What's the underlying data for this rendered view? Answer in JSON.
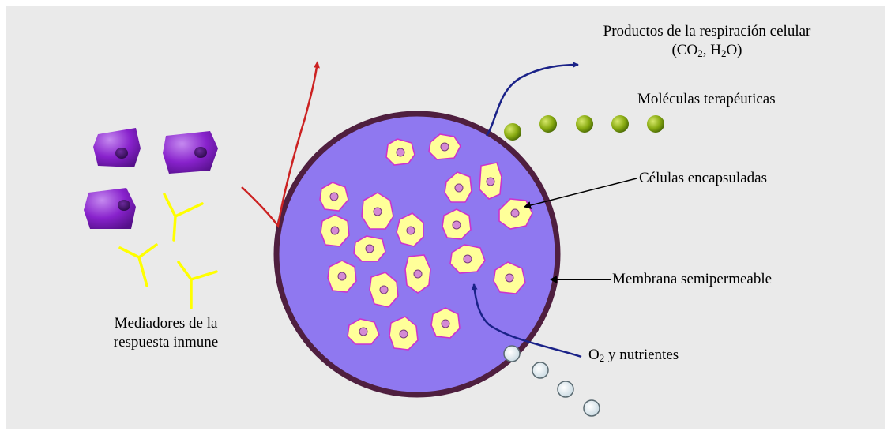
{
  "labels": {
    "respiration_line1": "Productos de la respiración celular",
    "respiration_line2_a": "(CO",
    "respiration_line2_sub1": "2",
    "respiration_line2_b": ", H",
    "respiration_line2_sub2": "2",
    "respiration_line2_c": "O)",
    "therapeutic": "Moléculas terapéuticas",
    "encapsulated": "Células encapsuladas",
    "membrane": "Membrana semipermeable",
    "o2_a": "O",
    "o2_sub": "2",
    "o2_b": " y nutrientes",
    "immune_line1": "Mediadores de la",
    "immune_line2": "respuesta inmune"
  },
  "colors": {
    "panel": "#eaeaea",
    "capsule_fill": "#8f78f0",
    "capsule_border": "#4f1f3f",
    "cell_fill": "#ffff99",
    "cell_border": "#cc33cc",
    "nucleus": "#d48ad4",
    "therapeutic_molecule": "#88aa11",
    "nutrient_molecule": "#d0e4ec",
    "immune_cell": "#8822cc",
    "antibody": "#ffff00",
    "rejection_arrow": "#cc2222",
    "flow_arrow": "#1a2288"
  }
}
